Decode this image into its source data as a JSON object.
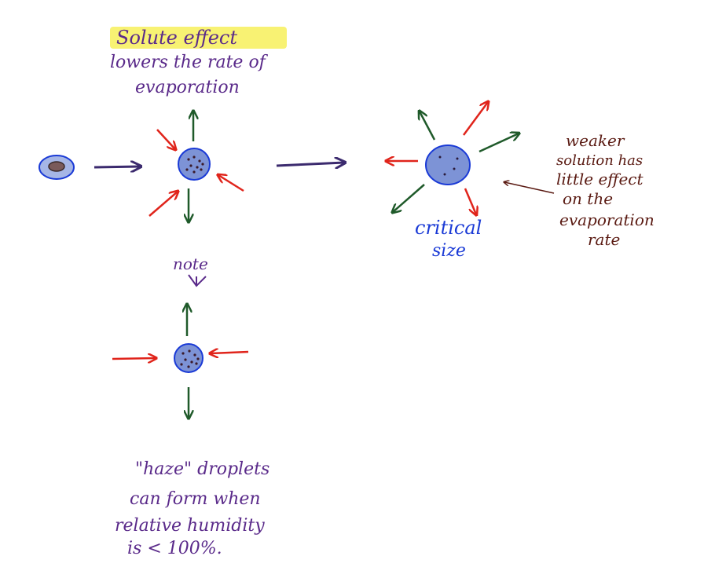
{
  "colors": {
    "purple_ink": "#5a2a8a",
    "brown_ink": "#5a1a12",
    "blue_ink": "#1a3ad6",
    "green_ink": "#1f5a2a",
    "red_ink": "#e0241b",
    "highlight_yellow": "#f7f05a",
    "droplet_fill": "#7d93d6",
    "dark_purple_ink": "#3b2a6e"
  },
  "title_note": {
    "heading": "Solute effect",
    "line1": "lowers the rate of",
    "line2": "evaporation"
  },
  "note_label": "note",
  "haze_note": {
    "line1": "\"haze\" droplets",
    "line2": "can form when",
    "line3": "relative humidity",
    "line4": "is < 100%."
  },
  "critical_label": {
    "line1": "critical",
    "line2": "size"
  },
  "weaker_note": {
    "line1": "weaker",
    "line2": "solution has",
    "line3": "little effect",
    "line4": "on the",
    "line5": "evaporation",
    "line6": "rate"
  }
}
